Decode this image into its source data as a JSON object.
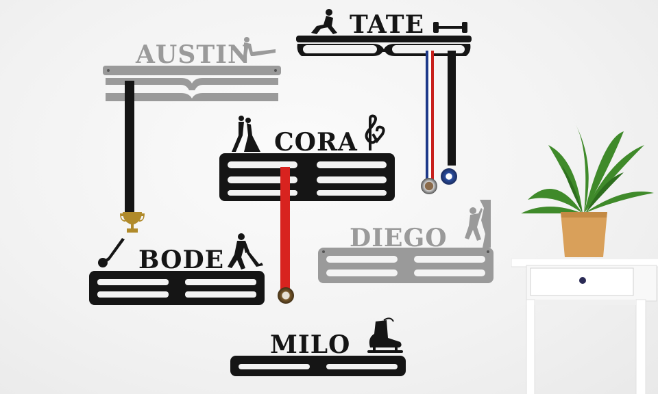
{
  "hangers": [
    {
      "id": "austin",
      "name": "AUSTIN",
      "finish": "silver",
      "sport_icon": "gymnast-icon"
    },
    {
      "id": "tate",
      "name": "TATE",
      "finish": "black",
      "sport_icon": "weightlifter-icon"
    },
    {
      "id": "cora",
      "name": "CORA",
      "finish": "black",
      "sport_icon": "dancers-icon"
    },
    {
      "id": "bode",
      "name": "BODE",
      "finish": "black",
      "sport_icon": "hockey-player-icon"
    },
    {
      "id": "diego",
      "name": "DIEGO",
      "finish": "silver",
      "sport_icon": "climber-icon"
    },
    {
      "id": "milo",
      "name": "MILO",
      "finish": "black",
      "sport_icon": "ice-skate-icon"
    }
  ],
  "decor": {
    "plant": "potted-plant",
    "furniture": "white-side-table"
  },
  "colors": {
    "wall": "#f3f3f3",
    "black_metal": "#151515",
    "silver_metal": "#9a9a9a",
    "red_ribbon": "#d8231f",
    "pot": "#d9a05a"
  }
}
